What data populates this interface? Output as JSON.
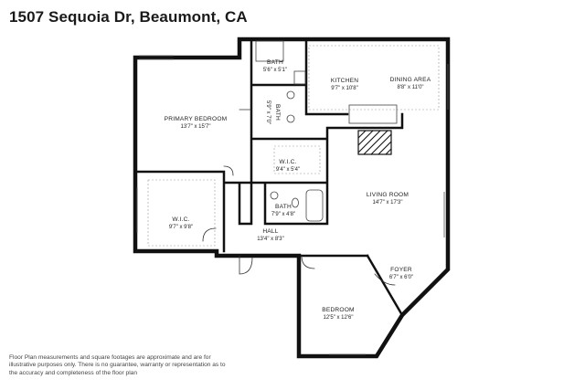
{
  "header": {
    "address": "1507 Sequoia Dr, Beaumont, CA"
  },
  "rooms": {
    "bath_top": {
      "name": "BATH",
      "dims": "5'6\" x 5'1\""
    },
    "kitchen": {
      "name": "KITCHEN",
      "dims": "9'7\" x 10'8\""
    },
    "dining": {
      "name": "DINING AREA",
      "dims": "8'8\" x 11'0\""
    },
    "primary_bedroom": {
      "name": "PRIMARY BEDROOM",
      "dims": "13'7\" x 15'7\""
    },
    "bath_vertical": {
      "name": "BATH",
      "dims": "5'9\" x 7'0\""
    },
    "wic_small": {
      "name": "W.I.C.",
      "dims": "9'4\" x 5'4\""
    },
    "wic_large": {
      "name": "W.I.C.",
      "dims": "9'7\" x 9'8\""
    },
    "bath_mid": {
      "name": "BATH",
      "dims": "7'9\" x 4'8\""
    },
    "living": {
      "name": "LIVING ROOM",
      "dims": "14'7\" x 17'3\""
    },
    "hall": {
      "name": "HALL",
      "dims": "13'4\" x 8'3\""
    },
    "foyer": {
      "name": "FOYER",
      "dims": "6'7\" x 6'0\""
    },
    "bedroom": {
      "name": "BEDROOM",
      "dims": "12'5\" x 12'6\""
    }
  },
  "disclaimer": {
    "text": "Floor Plan measurements and square footages are approximate and are for illustrative purposes only. There is no guarantee, warranty or representation as to the accuracy and completeness of the floor plan"
  }
}
